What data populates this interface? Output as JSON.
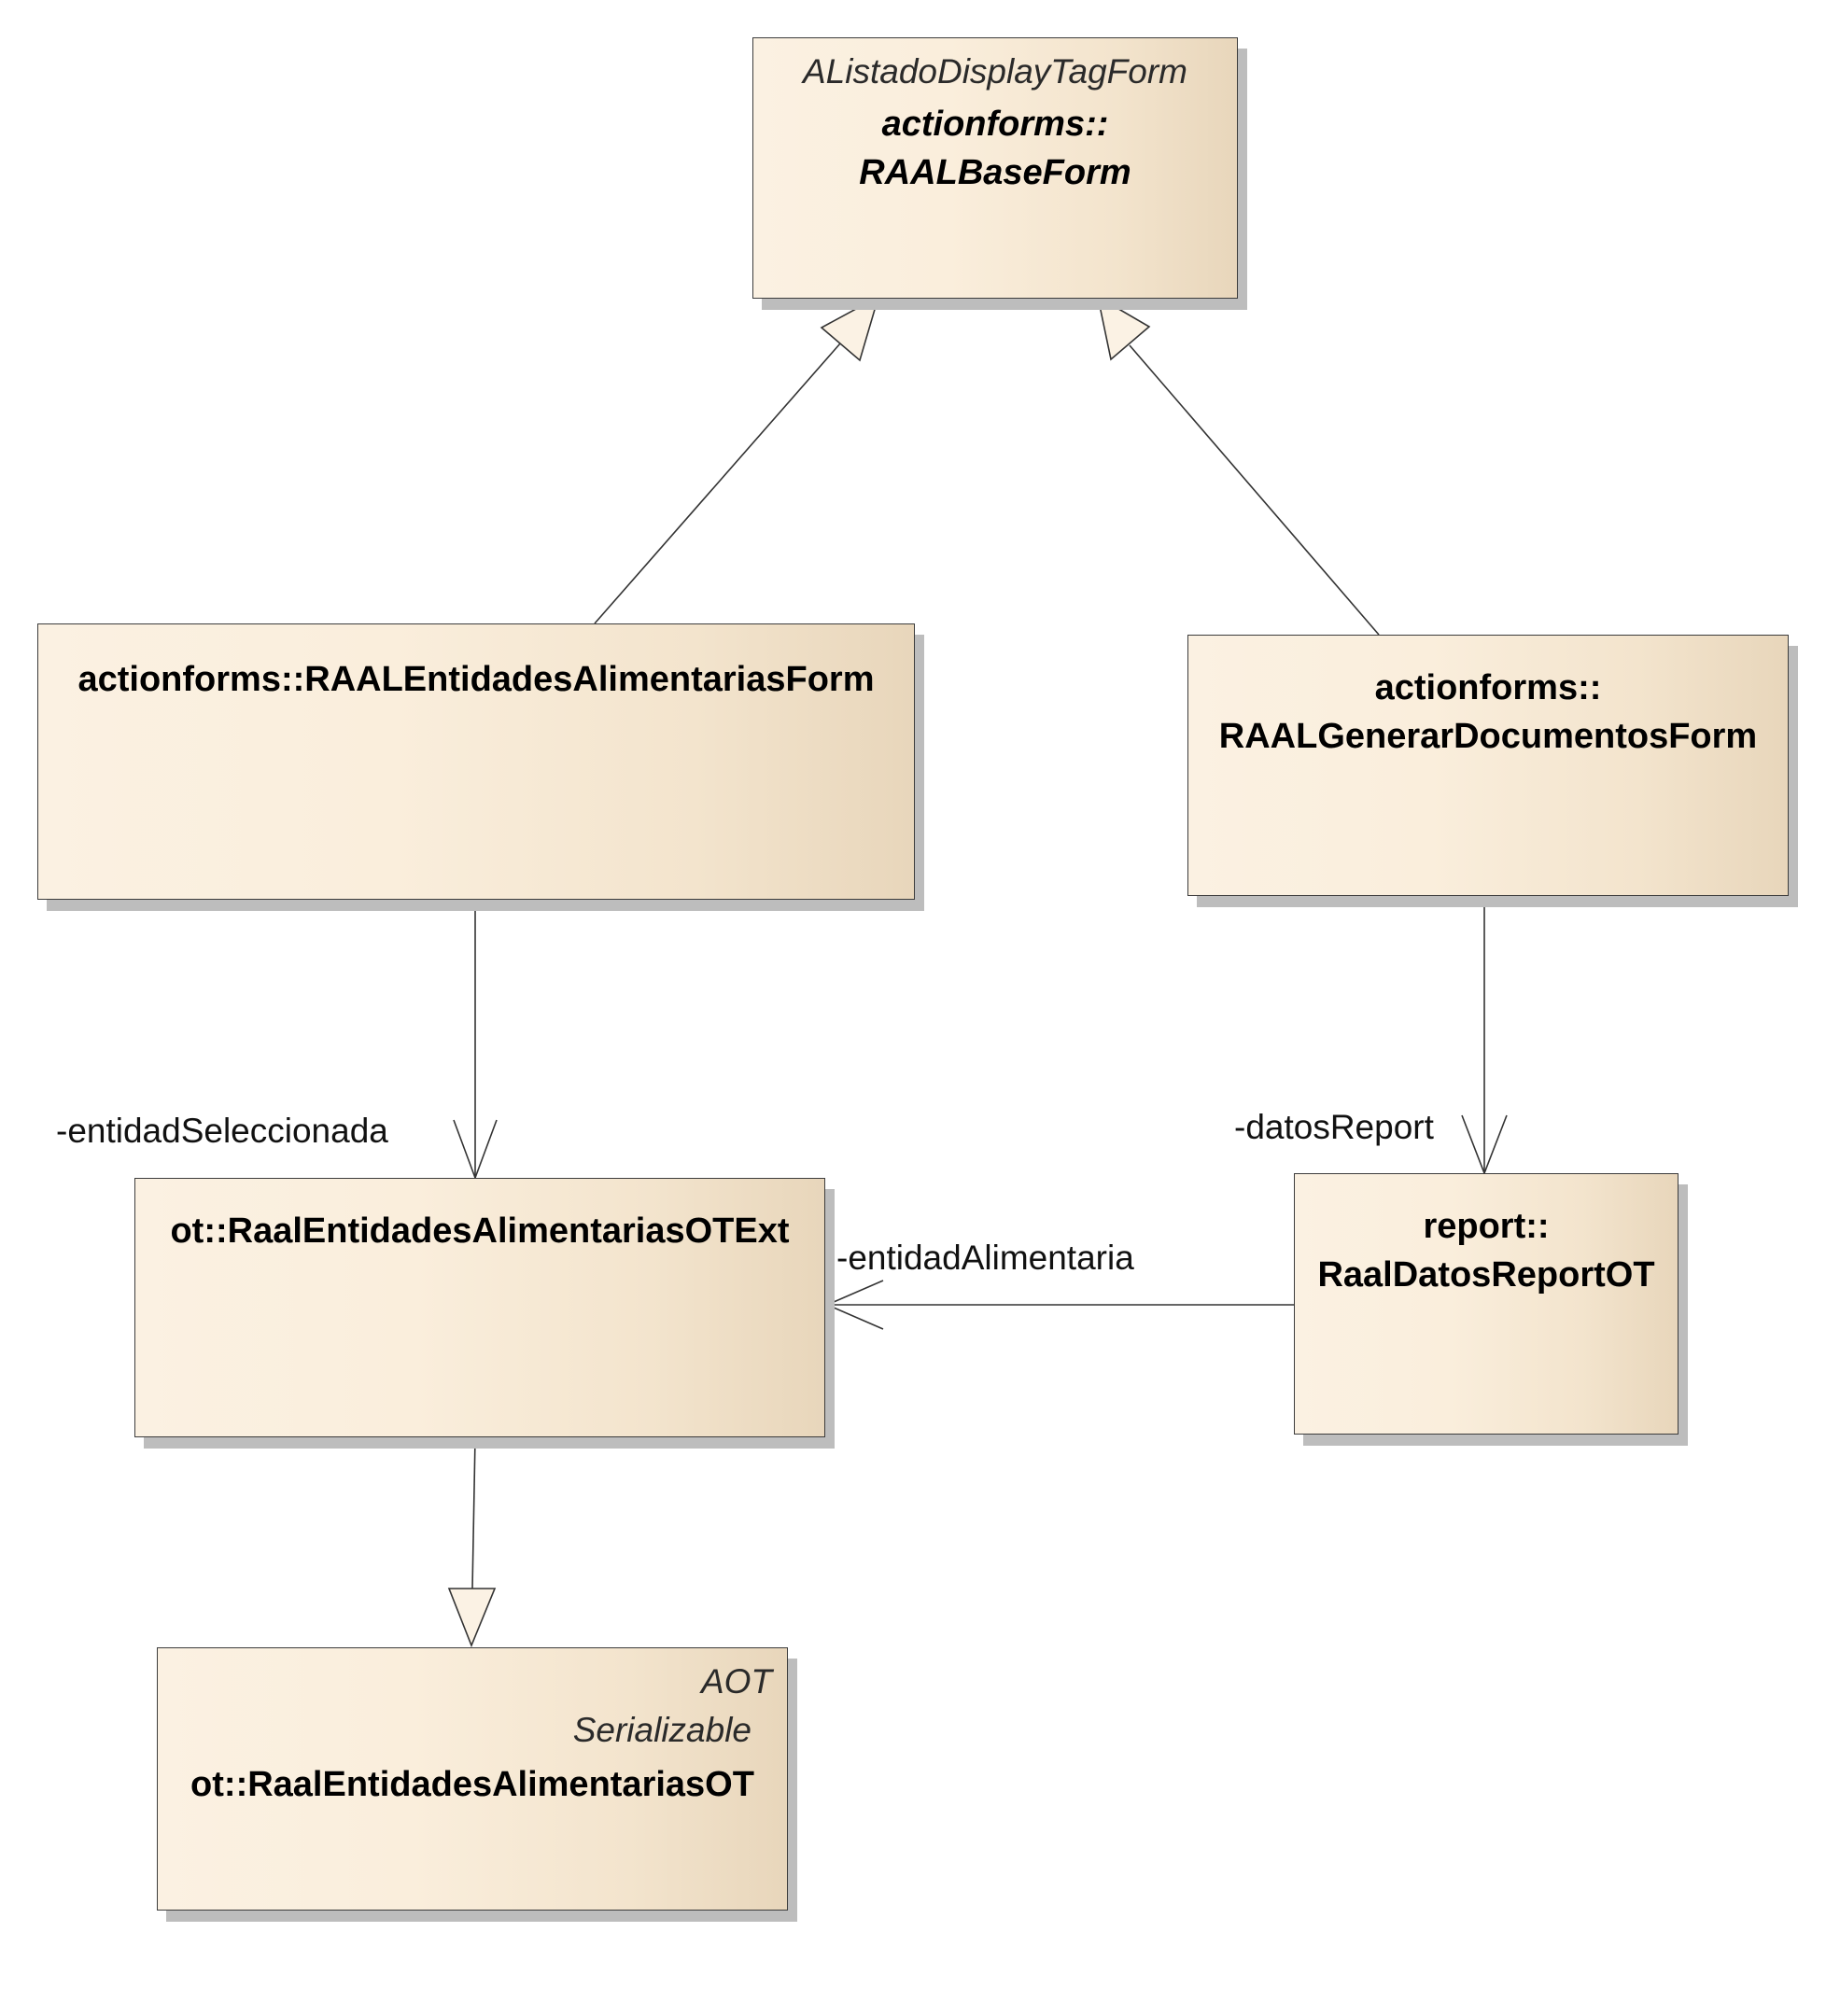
{
  "classes": {
    "base_form": {
      "stereotype": "AListadoDisplayTagForm",
      "name_line1": "actionforms::",
      "name_line2": "RAALBaseForm"
    },
    "entidades_form": {
      "name": "actionforms::RAALEntidadesAlimentariasForm"
    },
    "generar_form": {
      "name_line1": "actionforms::",
      "name_line2": "RAALGenerarDocumentosForm"
    },
    "entidades_otext": {
      "name": "ot::RaalEntidadesAlimentariasOTExt"
    },
    "datos_report": {
      "name_line1": "report::",
      "name_line2": "RaalDatosReportOT"
    },
    "entidades_ot": {
      "stereotype_line1": "AOT",
      "stereotype_line2": "Serializable",
      "name": "ot::RaalEntidadesAlimentariasOT"
    }
  },
  "associations": {
    "entidad_seleccionada": "-entidadSeleccionada",
    "datos_report": "-datosReport",
    "entidad_alimentaria": "-entidadAlimentaria"
  },
  "colors": {
    "box_fill_light": "#fbf1e2",
    "box_fill_dark": "#e8d6bb",
    "shadow": "#bdbdbd",
    "line": "#333333"
  }
}
